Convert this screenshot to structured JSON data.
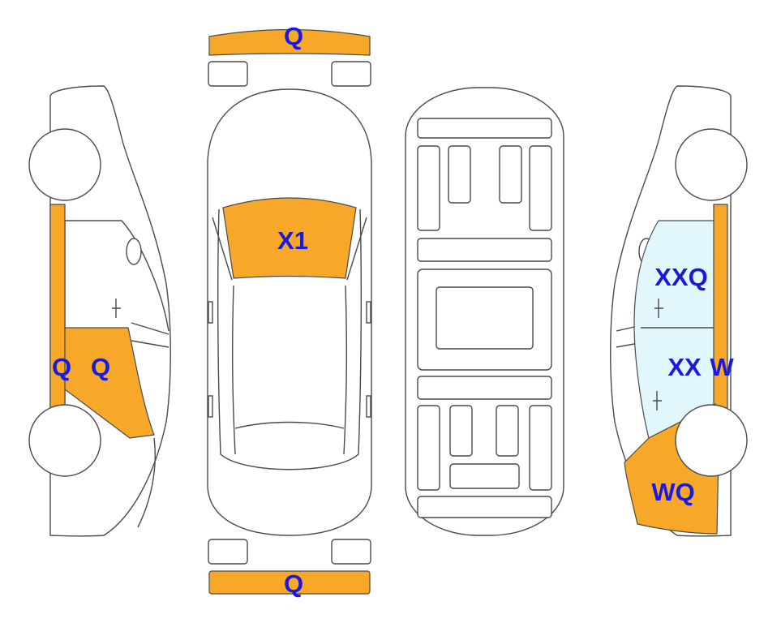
{
  "colors": {
    "damage": "#f7a829",
    "glass_highlight": "#e2f7fb",
    "label": "#1a1adc",
    "outline": "#4a4a4a"
  },
  "labels": {
    "front_bumper": "Q",
    "rear_bumper": "Q",
    "windshield": "X1",
    "left_pillar": "Q",
    "left_door": "Q",
    "right_front_door": "XXQ",
    "right_rear_door": "XX",
    "right_pillar": "W",
    "right_rear_quarter": "WQ"
  }
}
